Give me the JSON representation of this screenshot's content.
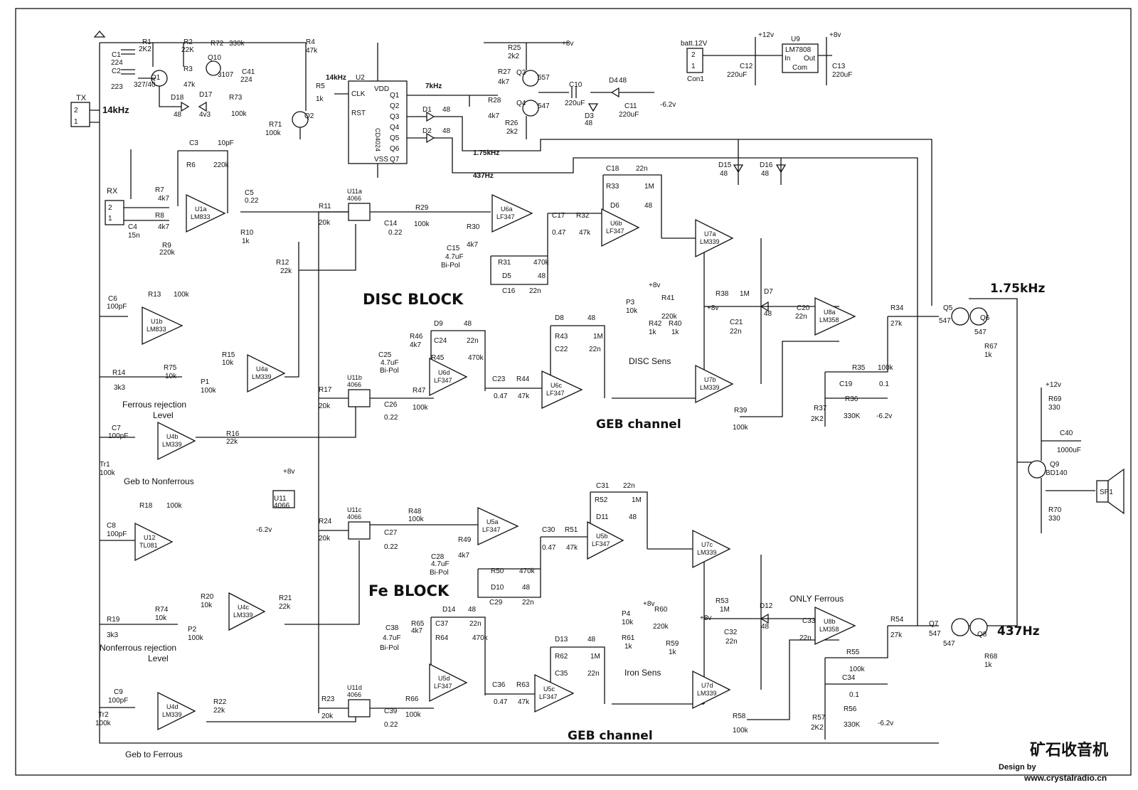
{
  "section_titles": {
    "disc_block": "DISC BLOCK",
    "fe_block": "Fe BLOCK",
    "geb_channel_upper": "GEB channel",
    "geb_channel_lower": "GEB channel"
  },
  "outputs": {
    "freq_high": "1.75kHz",
    "freq_low": "437Hz",
    "only_ferrous": "ONLY Ferrous"
  },
  "tx": {
    "label": "TX",
    "freq": "14kHz"
  },
  "rx": {
    "label": "RX"
  },
  "power": {
    "batt": "batt.12V",
    "conn": "Con1",
    "reg": "U9",
    "reg_part": "LM7808",
    "reg_in": "In",
    "reg_out": "Out",
    "reg_com": "Com",
    "c12": "C12",
    "c12v": "220uF",
    "c13": "C13",
    "c13v": "220uF",
    "p12": "+12v",
    "p8": "+8v"
  },
  "controls": {
    "ferrous_rejection": [
      "Ferrous rejection",
      "Level"
    ],
    "nonferrous_rejection": [
      "Nonferrous rejection",
      "Level"
    ],
    "geb_nonferrous": "Geb to Nonferrous",
    "geb_ferrous": "Geb to Ferrous",
    "disc_sens": "DISC Sens",
    "iron_sens": "Iron Sens"
  },
  "signals": {
    "f14": "14kHz",
    "f7": "7kHz",
    "f175": "1.75kHz",
    "f437": "437Hz",
    "neg62": "-6.2v",
    "pos8": "+8v"
  },
  "components": [
    {
      "ref": "U1a",
      "part": "LM833"
    },
    {
      "ref": "U1b",
      "part": "LM833"
    },
    {
      "ref": "U2",
      "part": "CD4024"
    },
    {
      "ref": "U4a",
      "part": "LM339"
    },
    {
      "ref": "U4b",
      "part": "LM339"
    },
    {
      "ref": "U4c",
      "part": "LM339"
    },
    {
      "ref": "U4d",
      "part": "LM339"
    },
    {
      "ref": "U5a",
      "part": "LF347"
    },
    {
      "ref": "U5b",
      "part": "LF347"
    },
    {
      "ref": "U5c",
      "part": "LF347"
    },
    {
      "ref": "U5d",
      "part": "LF347"
    },
    {
      "ref": "U6a",
      "part": "LF347"
    },
    {
      "ref": "U6b",
      "part": "LF347"
    },
    {
      "ref": "U6c",
      "part": "LF347"
    },
    {
      "ref": "U6d",
      "part": "LF347"
    },
    {
      "ref": "U7a",
      "part": "LM339"
    },
    {
      "ref": "U7b",
      "part": "LM339"
    },
    {
      "ref": "U7c",
      "part": "LM339"
    },
    {
      "ref": "U7d",
      "part": "LM339"
    },
    {
      "ref": "U8a",
      "part": "LM358"
    },
    {
      "ref": "U8b",
      "part": "LM358"
    },
    {
      "ref": "U11a",
      "part": "4066"
    },
    {
      "ref": "U11b",
      "part": "4066"
    },
    {
      "ref": "U11c",
      "part": "4066"
    },
    {
      "ref": "U11d",
      "part": "4066"
    },
    {
      "ref": "U11",
      "part": "4066"
    },
    {
      "ref": "U12",
      "part": "TL081"
    }
  ],
  "transistors": {
    "q1": "Q1",
    "q1p": "327/40",
    "q10": "Q10",
    "q10p": "3107",
    "q2": "Q2",
    "q3": "Q3",
    "q3p": "557",
    "q4": "Q4",
    "q4p": "547",
    "q5": "Q5",
    "q5p": "547",
    "q6": "Q6",
    "q6p": "547",
    "q7": "Q7",
    "q7p": "547",
    "q8": "Q8",
    "q8p": "547",
    "q9": "Q9",
    "q9p": "BD140"
  },
  "parts": {
    "r1": "R1",
    "r1v": "2K2",
    "r2": "R2",
    "r2v": "22K",
    "r3": "R3",
    "r3v": "47k",
    "r4": "R4",
    "r4v": "47k",
    "r5": "R5",
    "r5v": "1k",
    "r6": "R6",
    "r6v": "220k",
    "r7": "R7",
    "r7v": "4k7",
    "r8": "R8",
    "r8v": "4k7",
    "r9": "R9",
    "r9v": "220k",
    "r10": "R10",
    "r10v": "1k",
    "r11": "R11",
    "r11v": "20k",
    "r12": "R12",
    "r12v": "22k",
    "r13": "R13",
    "r13v": "100k",
    "r14": "R14",
    "r14v": "3k3",
    "r15": "R15",
    "r15v": "10k",
    "r16": "R16",
    "r16v": "22k",
    "r17": "R17",
    "r17v": "20k",
    "r18": "R18",
    "r18v": "100k",
    "r19": "R19",
    "r19v": "3k3",
    "r20": "R20",
    "r20v": "10k",
    "r21": "R21",
    "r21v": "22k",
    "r22": "R22",
    "r22v": "22k",
    "r23": "R23",
    "r23v": "20k",
    "r24": "R24",
    "r24v": "20k",
    "r25": "R25",
    "r25v": "2k2",
    "r26": "R26",
    "r26v": "2k2",
    "r27": "R27",
    "r27v": "4k7",
    "r28": "R28",
    "r28v": "4k7",
    "r29": "R29",
    "r29v": "100k",
    "r30": "R30",
    "r30v": "4k7",
    "r31": "R31",
    "r31v": "470k",
    "r32": "R32",
    "r32v": "47k",
    "r33": "R33",
    "r33v": "1M",
    "r34": "R34",
    "r34v": "27k",
    "r35": "R35",
    "r35v": "100k",
    "r36": "R36",
    "r36v": "330K",
    "r37": "R37",
    "r37v": "2K2",
    "r38": "R38",
    "r38v": "1M",
    "r39": "R39",
    "r39v": "100k",
    "r40": "R40",
    "r40v": "1k",
    "r41": "R41",
    "r41v": "220k",
    "r42": "R42",
    "r42v": "1k",
    "r43": "R43",
    "r43v": "1M",
    "r44": "R44",
    "r44v": "47k",
    "r45": "R45",
    "r45v": "470k",
    "r46": "R46",
    "r46v": "4k7",
    "r47": "R47",
    "r47v": "100k",
    "r48": "R48",
    "r48v": "100k",
    "r49": "R49",
    "r49v": "4k7",
    "r50": "R50",
    "r50v": "470k",
    "r51": "R51",
    "r51v": "47k",
    "r52": "R52",
    "r52v": "1M",
    "r53": "R53",
    "r53v": "1M",
    "r54": "R54",
    "r54v": "27k",
    "r55": "R55",
    "r55v": "100k",
    "r56": "R56",
    "r56v": "330K",
    "r57": "R57",
    "r57v": "2K2",
    "r58": "R58",
    "r58v": "100k",
    "r59": "R59",
    "r59v": "1k",
    "r60": "R60",
    "r60v": "220k",
    "r61": "R61",
    "r61v": "1k",
    "r62": "R62",
    "r62v": "1M",
    "r63": "R63",
    "r63v": "47k",
    "r64": "R64",
    "r64v": "470k",
    "r65": "R65",
    "r65v": "4k7",
    "r66": "R66",
    "r66v": "100k",
    "r67": "R67",
    "r67v": "1k",
    "r68": "R68",
    "r68v": "1k",
    "r69": "R69",
    "r69v": "330",
    "r70": "R70",
    "r70v": "330",
    "r71": "R71",
    "r71v": "100k",
    "r72": "R72",
    "r72v": "330k",
    "r73": "R73",
    "r73v": "100k",
    "r74": "R74",
    "r74v": "10k",
    "r75": "R75",
    "r75v": "10k",
    "c1": "C1",
    "c1v": "224",
    "c2": "C2",
    "c2v": "223",
    "c3": "C3",
    "c3v": "10pF",
    "c4": "C4",
    "c4v": "15n",
    "c5": "C5",
    "c5v": "0.22",
    "c6": "C6",
    "c6v": "100pF",
    "c7": "C7",
    "c7v": "100pF",
    "c8": "C8",
    "c8v": "100pF",
    "c9": "C9",
    "c9v": "100pF",
    "c10": "C10",
    "c10v": "220uF",
    "c11": "C11",
    "c11v": "220uF",
    "c14": "C14",
    "c14v": "0.22",
    "c15": "C15",
    "c15v": "4.7uF",
    "c16": "C16",
    "c16v": "22n",
    "c17": "C17",
    "c17v": "0.47",
    "c18": "C18",
    "c18v": "22n",
    "c19": "C19",
    "c19v": "0.1",
    "c20": "C20",
    "c20v": "22n",
    "c21": "C21",
    "c21v": "22n",
    "c22": "C22",
    "c22v": "22n",
    "c23": "C23",
    "c23v": "0.47",
    "c24": "C24",
    "c24v": "22n",
    "c25": "C25",
    "c25v": "4.7uF",
    "c26": "C26",
    "c26v": "0.22",
    "c27": "C27",
    "c27v": "0.22",
    "c28": "C28",
    "c28v": "4.7uF",
    "c29": "C29",
    "c29v": "22n",
    "c30": "C30",
    "c30v": "0.47",
    "c31": "C31",
    "c31v": "22n",
    "c32": "C32",
    "c32v": "22n",
    "c33": "C33",
    "c33v": "22n",
    "c34": "C34",
    "c34v": "0.1",
    "c35": "C35",
    "c35v": "22n",
    "c36": "C36",
    "c36v": "0.47",
    "c37": "C37",
    "c37v": "22n",
    "c38": "C38",
    "c38v": "4.7uF",
    "c39": "C39",
    "c39v": "0.22",
    "c40": "C40",
    "c40v": "1000uF",
    "c41": "C41",
    "c41v": "224",
    "bipol": "Bi-Pol",
    "d1": "D1",
    "d1v": "48",
    "d2": "D2",
    "d2v": "48",
    "d3": "D3",
    "d3v": "48",
    "d4": "D4",
    "d4v": "48",
    "d5": "D5",
    "d5v": "48",
    "d6": "D6",
    "d6v": "48",
    "d7": "D7",
    "d7v": "48",
    "d8": "D8",
    "d8v": "48",
    "d9": "D9",
    "d9v": "48",
    "d10": "D10",
    "d10v": "48",
    "d11": "D11",
    "d11v": "48",
    "d12": "D12",
    "d12v": "48",
    "d13": "D13",
    "d13v": "48",
    "d14": "D14",
    "d14v": "48",
    "d15": "D15",
    "d15v": "48",
    "d16": "D16",
    "d16v": "48",
    "d17": "D17",
    "d17v": "4v3",
    "d18": "D18",
    "d18v": "48",
    "p1": "P1",
    "p1v": "100k",
    "p2": "P2",
    "p2v": "100k",
    "p3": "P3",
    "p3v": "10k",
    "p4": "P4",
    "p4v": "10k",
    "tr1": "Tr1",
    "tr1v": "100k",
    "tr2": "Tr2",
    "tr2v": "100k",
    "sp1": "SP1"
  },
  "watermark": {
    "design": "Design by",
    "site": "www.crystalradio.cn",
    "brand": "矿石收音机"
  }
}
